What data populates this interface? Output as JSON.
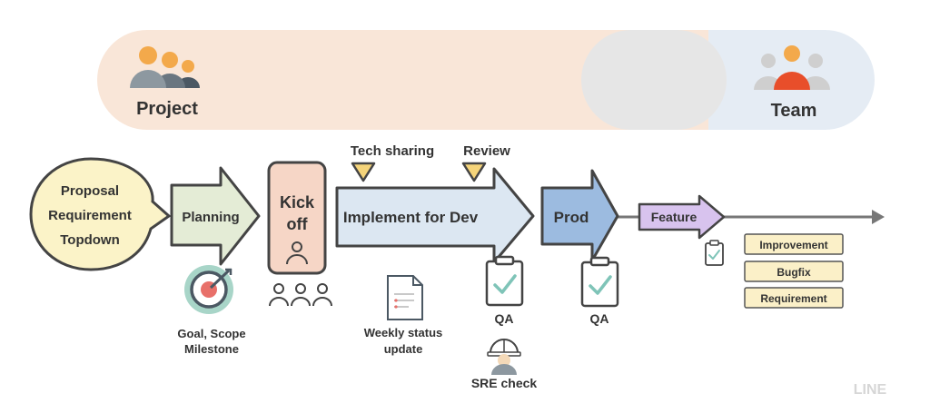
{
  "banner": {
    "left_label": "Project",
    "right_label": "Team",
    "left_color": "#f9e6d8",
    "right_color": "#e5ecf4"
  },
  "source": {
    "line1": "Proposal",
    "line2": "Requirement",
    "line3": "Topdown"
  },
  "stages": {
    "planning": "Planning",
    "kickoff_line1": "Kick",
    "kickoff_line2": "off",
    "implement": "Implement for Dev",
    "prod": "Prod",
    "feature": "Feature"
  },
  "milestones": {
    "tech_sharing": "Tech sharing",
    "review": "Review"
  },
  "captions": {
    "goal_line1": "Goal, Scope",
    "goal_line2": "Milestone",
    "weekly_line1": "Weekly status",
    "weekly_line2": "update",
    "qa_dev": "QA",
    "qa_prod": "QA",
    "sre": "SRE check"
  },
  "feature_tags": [
    "Improvement",
    "Bugfix",
    "Requirement"
  ],
  "watermark": "LINE",
  "colors": {
    "planning": "#e4ecd6",
    "kickoff": "#f6d6c6",
    "implement": "#dce7f2",
    "prod": "#9cbbe0",
    "feature": "#d8c3ee",
    "source": "#fbf3c8",
    "marker": "#f5d47a",
    "tag": "#fbf0c8",
    "check": "#7fc4b8"
  }
}
